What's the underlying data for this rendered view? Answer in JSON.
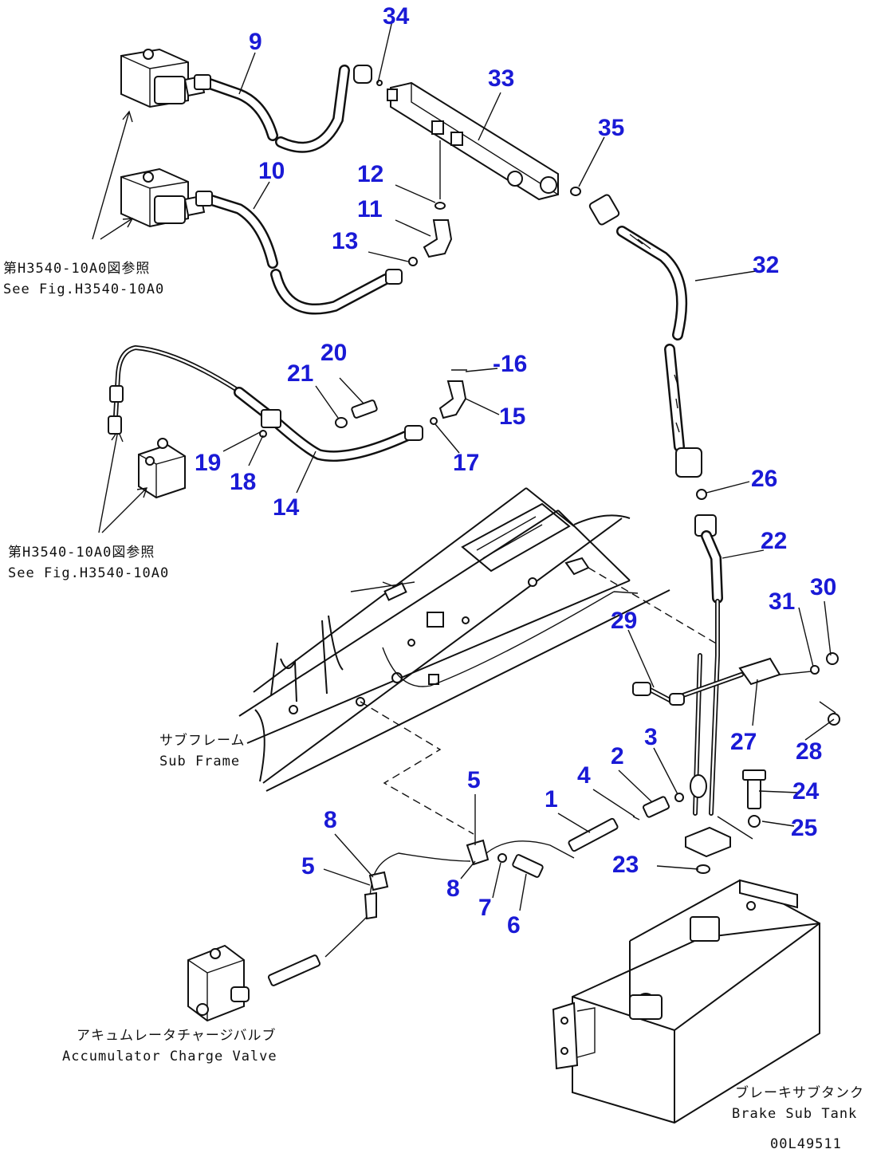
{
  "diagram": {
    "callouts": [
      "1",
      "2",
      "3",
      "4",
      "5",
      "5",
      "6",
      "7",
      "8",
      "8",
      "9",
      "10",
      "11",
      "12",
      "13",
      "14",
      "15",
      "-16",
      "17",
      "18",
      "19",
      "20",
      "21",
      "22",
      "23",
      "24",
      "25",
      "26",
      "27",
      "28",
      "29",
      "30",
      "31",
      "32",
      "33",
      "34",
      "35"
    ],
    "notes": {
      "ref_top_ja": "第H3540-10A0図参照",
      "ref_top_en": "See Fig.H3540-10A0",
      "ref_mid_ja": "第H3540-10A0図参照",
      "ref_mid_en": "See Fig.H3540-10A0",
      "subframe_ja": "サブフレーム",
      "subframe_en": "Sub Frame",
      "acc_ja": "アキュムレータチャージバルブ",
      "acc_en": "Accumulator Charge Valve",
      "tank_ja": "ブレーキサブタンク",
      "tank_en": "Brake Sub Tank",
      "figure_code": "00L49511"
    }
  }
}
